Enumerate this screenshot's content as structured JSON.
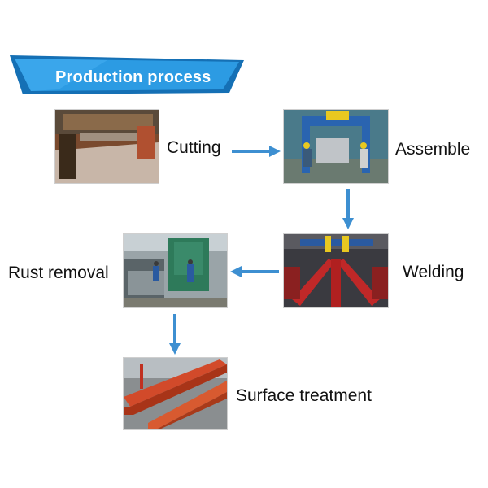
{
  "banner": {
    "title": "Production process"
  },
  "steps": {
    "cutting": {
      "label": "Cutting"
    },
    "assemble": {
      "label": "Assemble"
    },
    "welding": {
      "label": "Welding"
    },
    "rust_removal": {
      "label": "Rust removal"
    },
    "surface_treatment": {
      "label": "Surface treatment"
    }
  },
  "flow": [
    {
      "from": "Cutting",
      "to": "Assemble"
    },
    {
      "from": "Assemble",
      "to": "Welding"
    },
    {
      "from": "Welding",
      "to": "Rust removal"
    },
    {
      "from": "Rust removal",
      "to": "Surface treatment"
    }
  ],
  "colors": {
    "banner": "#1f8fd8",
    "banner_dark": "#1570b5",
    "arrow": "#3d8fd1",
    "text": "#111111"
  }
}
